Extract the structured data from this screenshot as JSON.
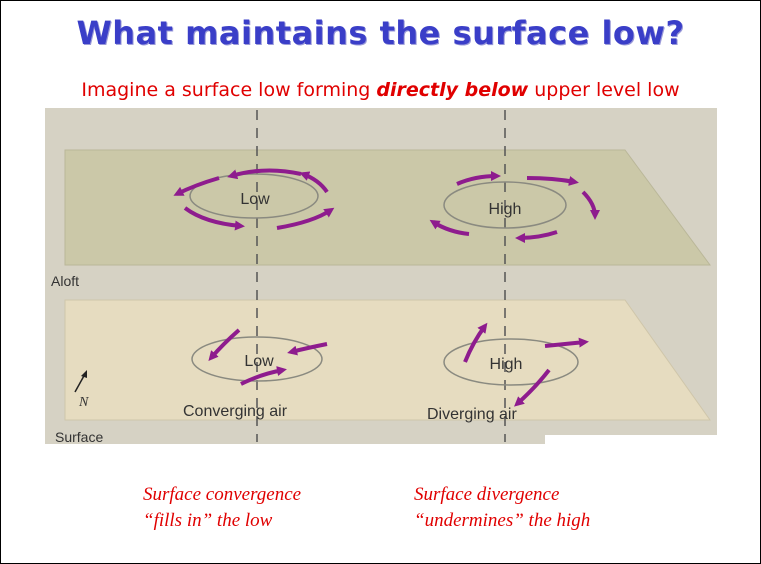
{
  "title": "What maintains the surface low?",
  "subtitle": {
    "before": "Imagine a surface low forming ",
    "emphasis": "directly below",
    "after": " upper level low"
  },
  "diagram": {
    "aloft_label": "Aloft",
    "surface_label": "Surface",
    "north_label": "N",
    "upper_low_label": "Low",
    "upper_high_label": "High",
    "surface_low_label": "Low",
    "surface_high_label": "High",
    "converging_label": "Converging air",
    "diverging_label": "Diverging air",
    "colors": {
      "background": "#d6d2c4",
      "plane_aloft": "#cbc8a8",
      "plane_surface": "#e6dcc0",
      "arrow": "#8e1c8e"
    }
  },
  "captions": {
    "convergence_line1": "Surface convergence",
    "convergence_line2": "“fills in” the low",
    "divergence_line1": "Surface divergence",
    "divergence_line2": "“undermines” the high"
  }
}
